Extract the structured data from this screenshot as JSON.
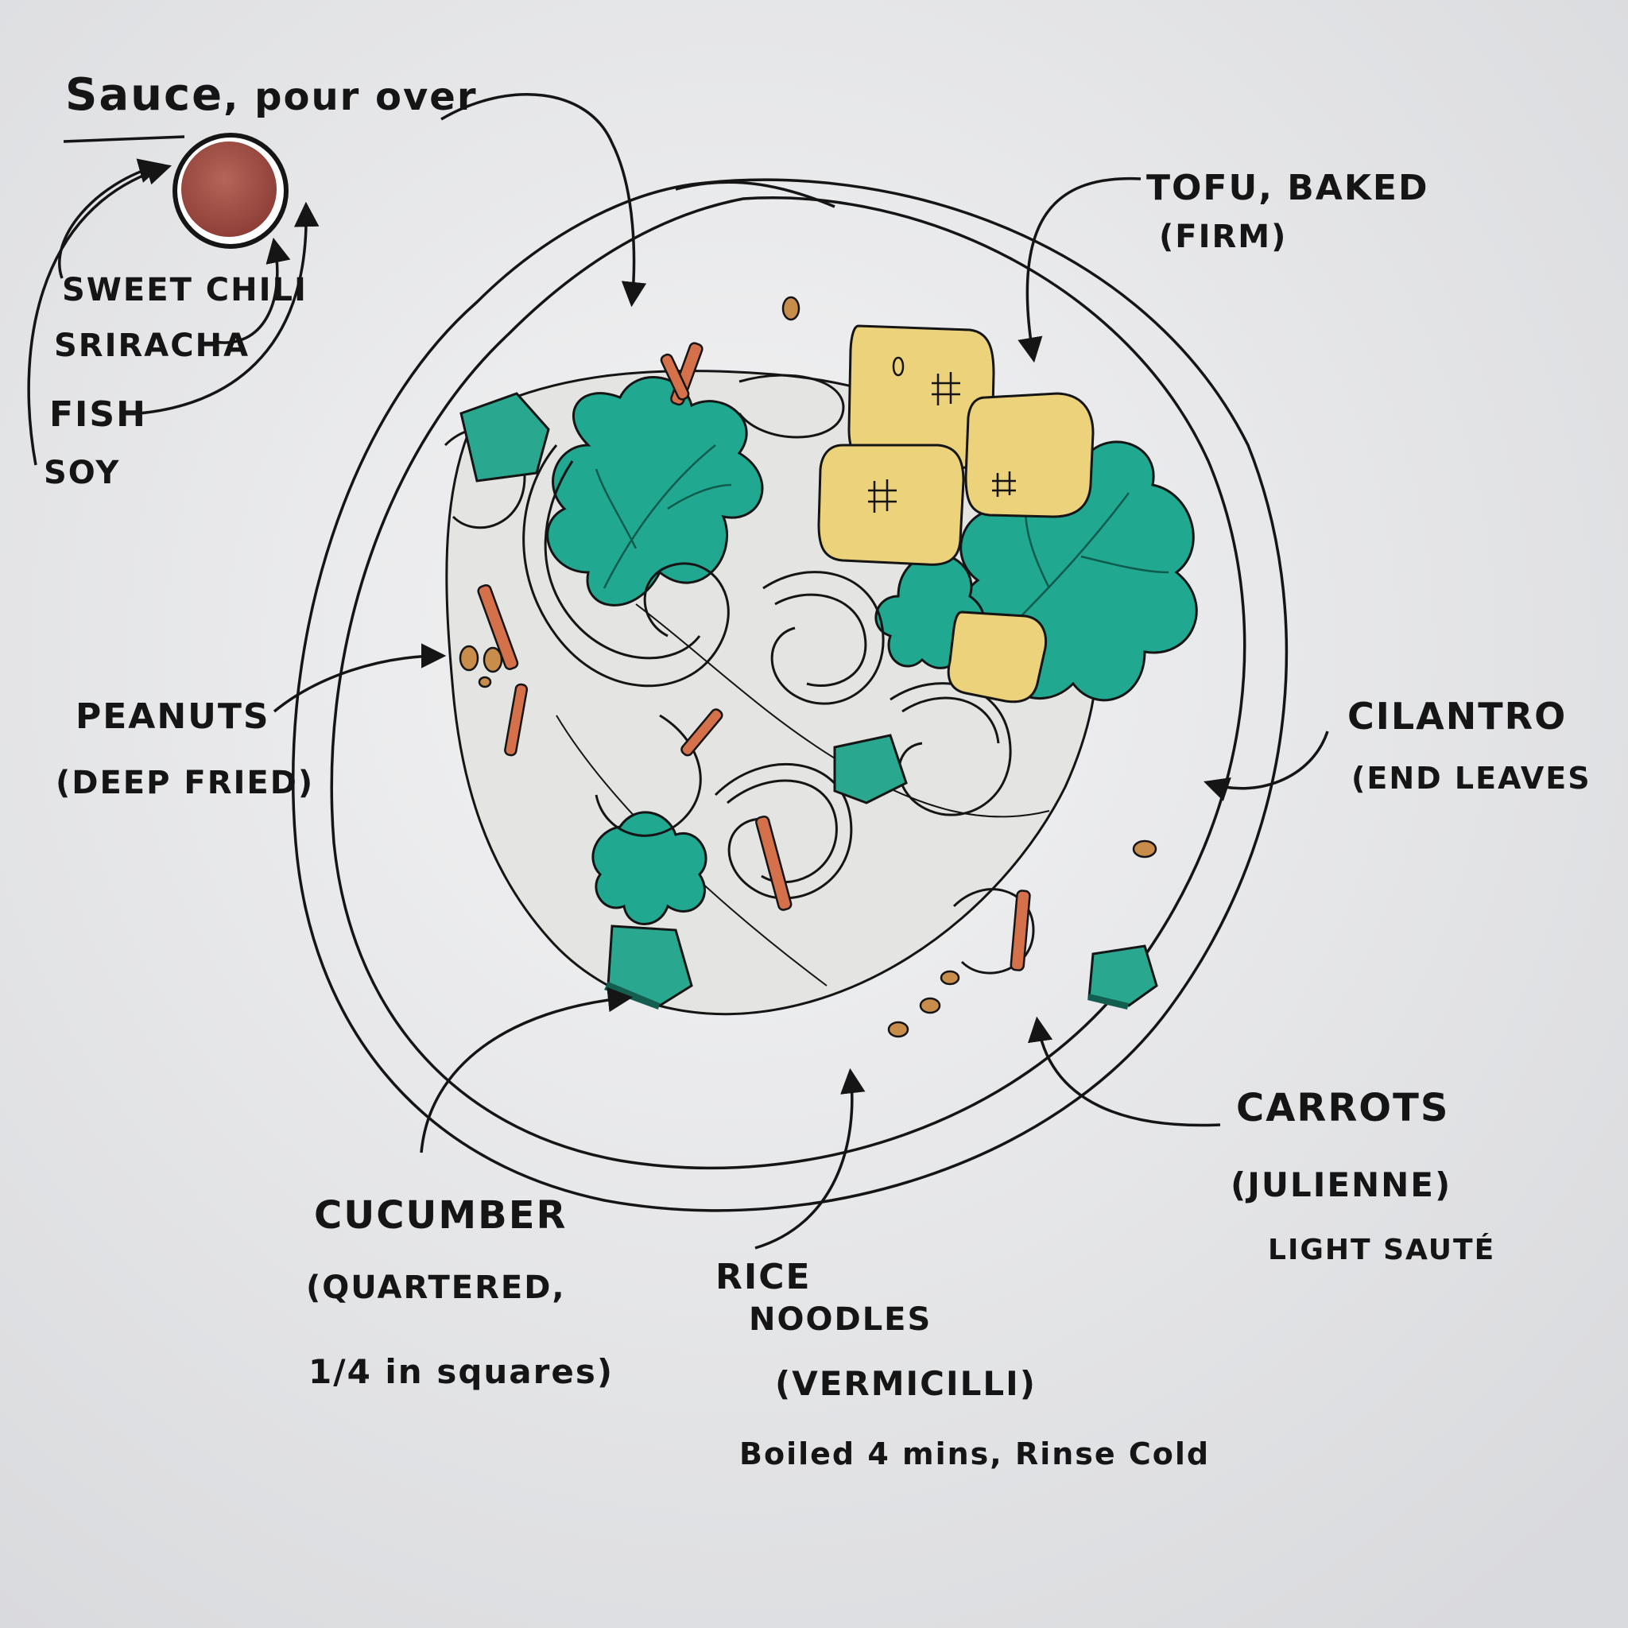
{
  "sauce": {
    "title": "Sauce",
    "subtitle": ", pour over",
    "ingredients": [
      "Sweet Chili",
      "Sriracha",
      "Fish",
      "Soy"
    ]
  },
  "labels": {
    "tofu": [
      "Tofu, Baked",
      "(Firm)"
    ],
    "peanuts": [
      "Peanuts",
      "(Deep Fried)"
    ],
    "cilantro": [
      "Cilantro",
      "(End Leaves"
    ],
    "cucumber": [
      "Cucumber",
      "(Quartered,",
      "1/4 in squares)"
    ],
    "rice_noodles": [
      "Rice",
      "Noodles",
      "(Vermicilli)",
      "Boiled 4 mins, Rinse Cold"
    ],
    "carrots": [
      "Carrots",
      "(Julienne)",
      "Light Sauté"
    ]
  },
  "colors": {
    "paper": "#ebecef",
    "ink": "#151515",
    "sauce": "#a9524a",
    "cilantro": "#21a890",
    "tofu": "#ecd27a",
    "carrot": "#d4704a",
    "cucumber": "#2aa88f"
  }
}
